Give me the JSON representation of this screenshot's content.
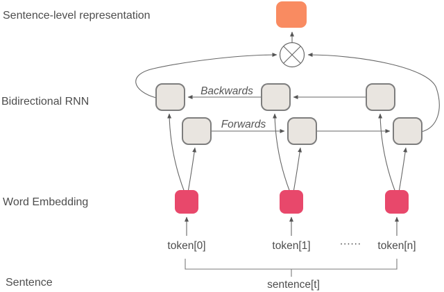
{
  "labels": {
    "sentence_level_representation": "Sentence-level representation",
    "bidirectional_rnn": "Bidirectional RNN",
    "word_embedding": "Word Embedding",
    "sentence": "Sentence",
    "backwards": "Backwards",
    "forwards": "Forwards",
    "ellipsis": "······",
    "sentence_t": "sentence[t]"
  },
  "tokens": [
    "token[0]",
    "token[1]",
    "token[n]"
  ],
  "operator": "circled-times (concatenation of final forward and backward states)",
  "colors": {
    "orange": "#F98B61",
    "pink": "#E8486B",
    "node_fill": "#E9E5E0",
    "node_border": "#7D7D7D",
    "line": "#666666",
    "text_dark": "#4D4D4D"
  }
}
